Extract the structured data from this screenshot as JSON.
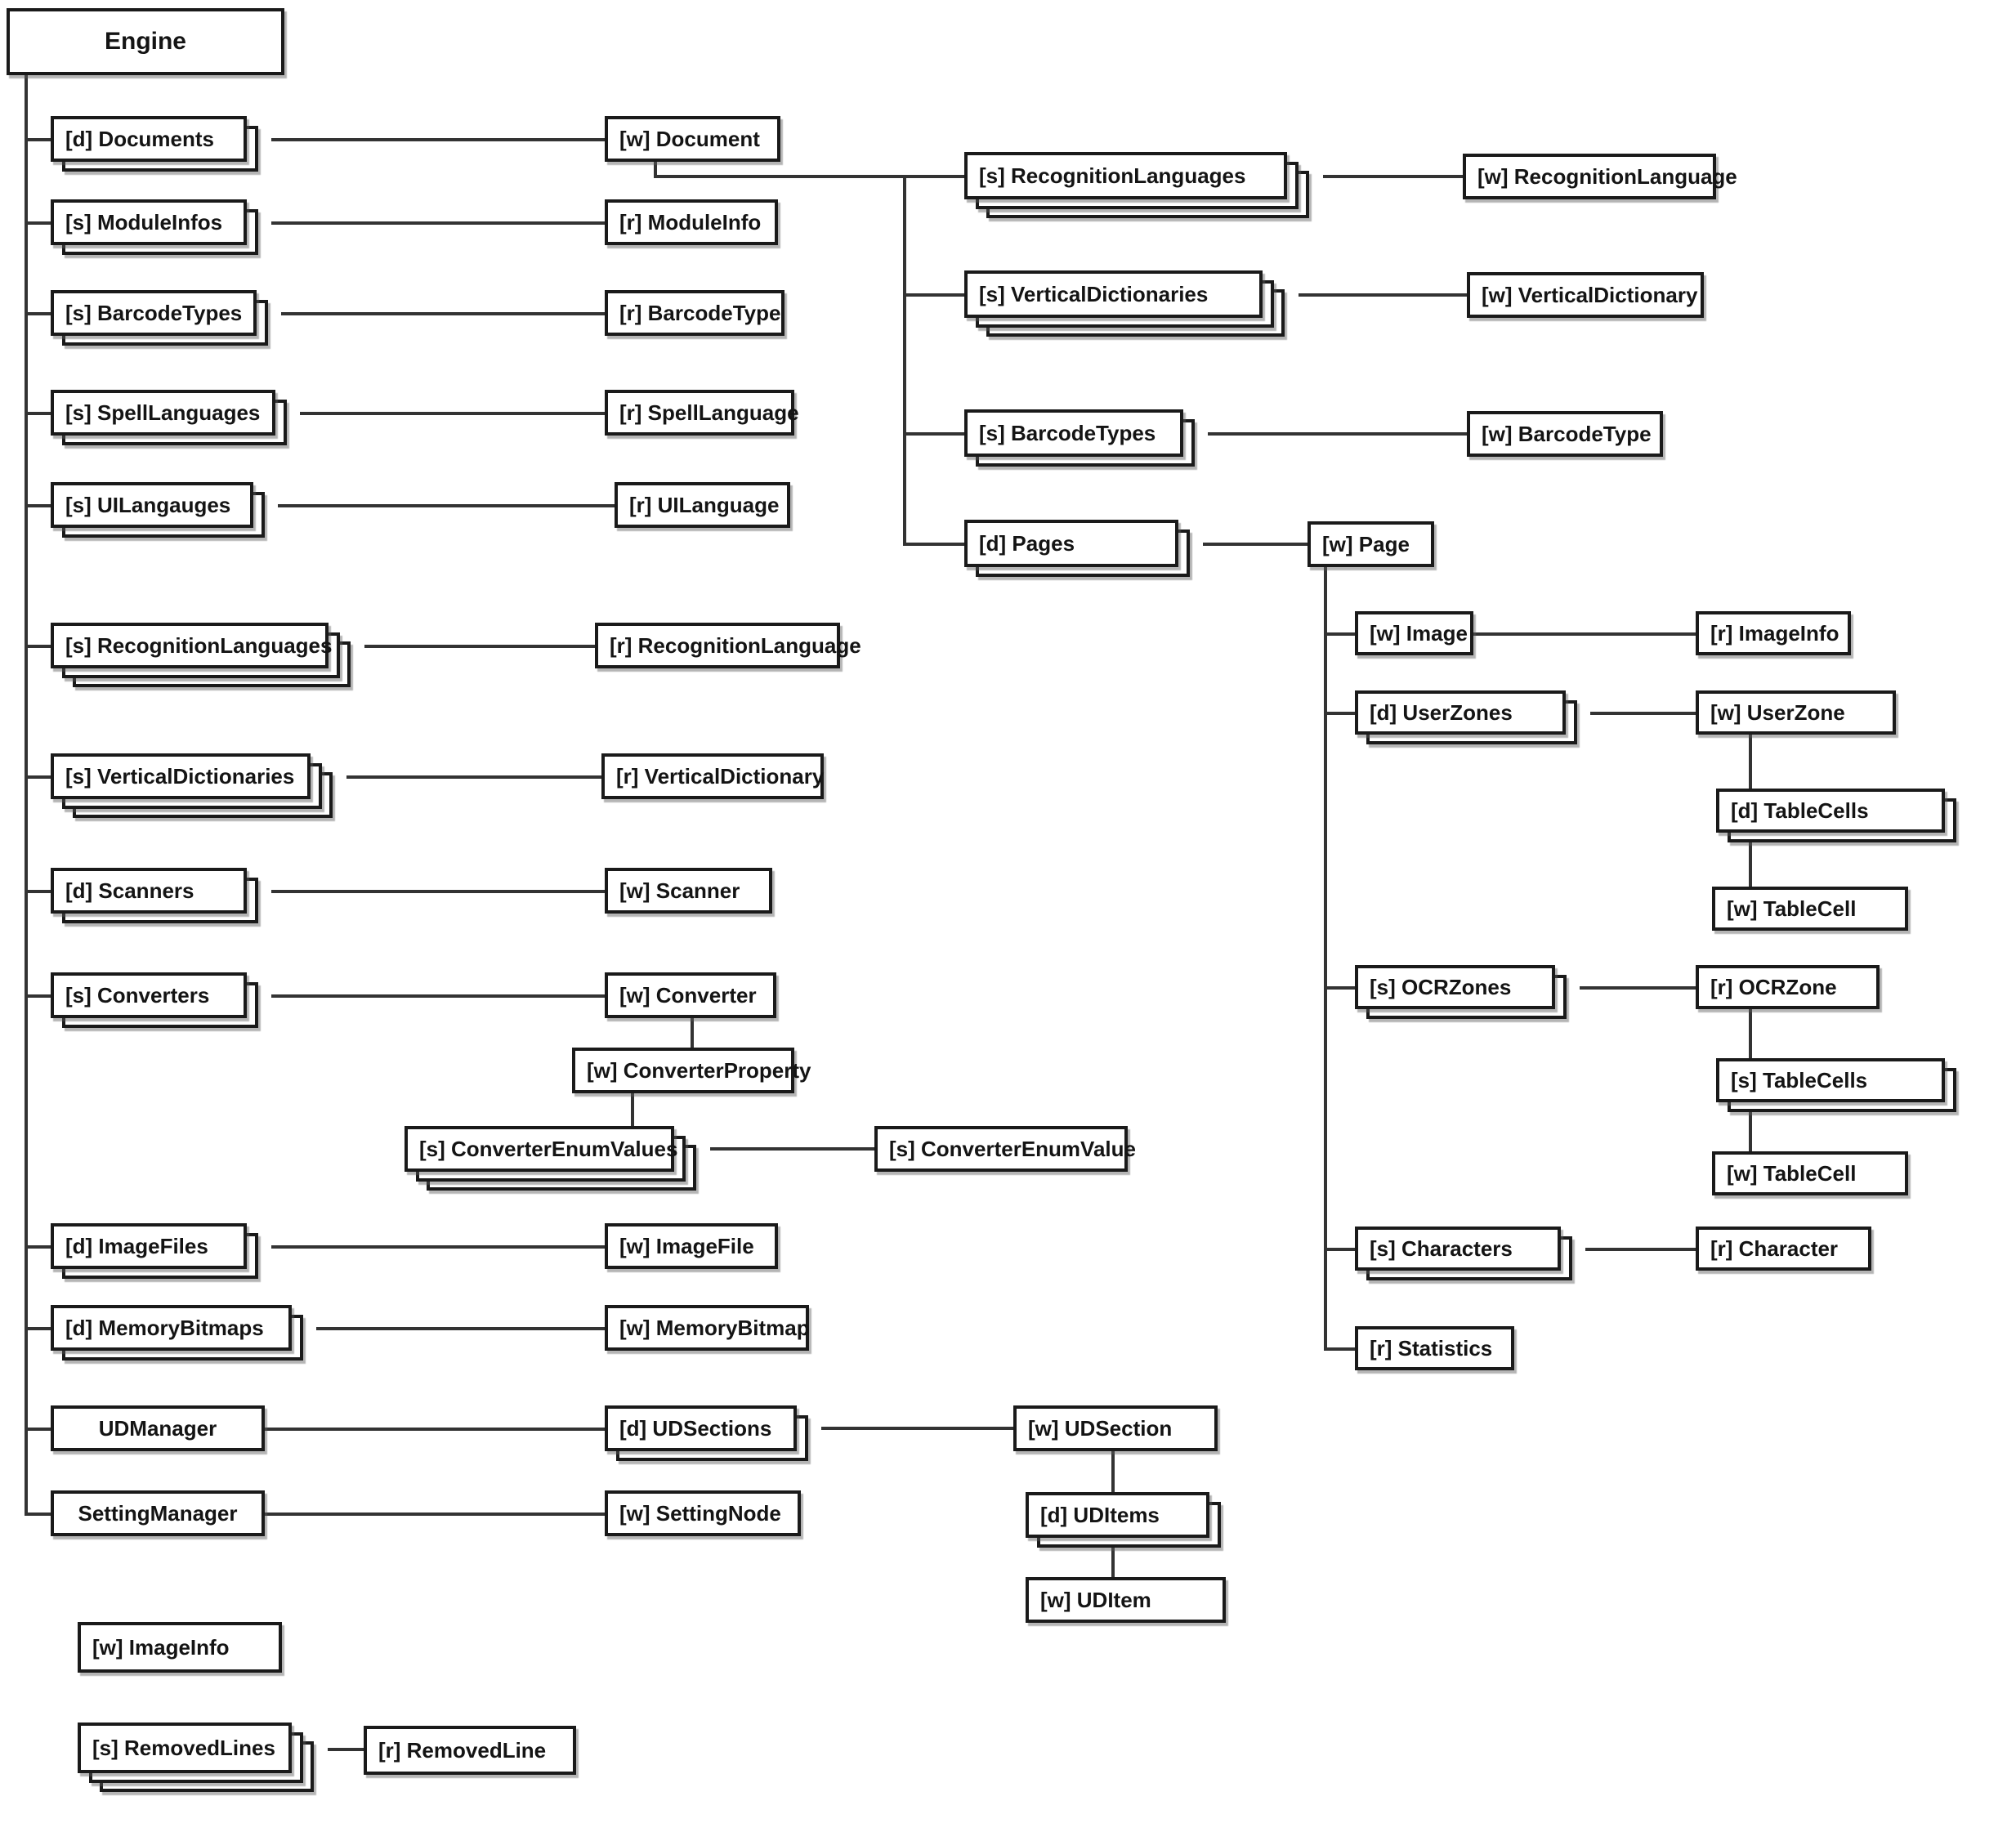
{
  "diagram": {
    "root_label": "Engine"
  },
  "nodes": {
    "engine": {
      "label": "Engine"
    },
    "documents": {
      "label": "[d] Documents"
    },
    "document": {
      "label": "[w] Document"
    },
    "moduleinfos": {
      "label": "[s] ModuleInfos"
    },
    "moduleinfo": {
      "label": "[r] ModuleInfo"
    },
    "barcodetypes_l": {
      "label": "[s] BarcodeTypes"
    },
    "barcodetype_l": {
      "label": "[r] BarcodeType"
    },
    "spelllanguages": {
      "label": "[s] SpellLanguages"
    },
    "spelllanguage": {
      "label": "[r] SpellLanguage"
    },
    "uilangauges": {
      "label": "[s] UILangauges"
    },
    "uilanguage": {
      "label": "[r] UILanguage"
    },
    "recognitionlanguages_l": {
      "label": "[s] RecognitionLanguages"
    },
    "recognitionlanguage_l": {
      "label": "[r] RecognitionLanguage"
    },
    "verticaldictionaries_l": {
      "label": "[s] VerticalDictionaries"
    },
    "verticaldictionary_l": {
      "label": "[r] VerticalDictionary"
    },
    "scanners": {
      "label": "[d] Scanners"
    },
    "scanner": {
      "label": "[w] Scanner"
    },
    "converters": {
      "label": "[s] Converters"
    },
    "converter": {
      "label": "[w] Converter"
    },
    "converterproperty": {
      "label": "[w] ConverterProperty"
    },
    "converterenumvalues": {
      "label": "[s] ConverterEnumValues"
    },
    "converterenumvalue": {
      "label": "[s] ConverterEnumValue"
    },
    "imagefiles": {
      "label": "[d] ImageFiles"
    },
    "imagefile": {
      "label": "[w] ImageFile"
    },
    "memorybitmaps": {
      "label": "[d] MemoryBitmaps"
    },
    "memorybitmap": {
      "label": "[w] MemoryBitmap"
    },
    "udmanager": {
      "label": "UDManager"
    },
    "udsections": {
      "label": "[d] UDSections"
    },
    "udsection": {
      "label": "[w] UDSection"
    },
    "uditems": {
      "label": "[d] UDItems"
    },
    "uditem": {
      "label": "[w] UDItem"
    },
    "settingmanager": {
      "label": "SettingManager"
    },
    "settingnode": {
      "label": "[w] SettingNode"
    },
    "doc_recognitionlanguages": {
      "label": "[s] RecognitionLanguages"
    },
    "doc_recognitionlanguage": {
      "label": "[w] RecognitionLanguage"
    },
    "doc_verticaldictionaries": {
      "label": "[s] VerticalDictionaries"
    },
    "doc_verticaldictionary": {
      "label": "[w] VerticalDictionary"
    },
    "doc_barcodetypes": {
      "label": "[s] BarcodeTypes"
    },
    "doc_barcodetype": {
      "label": "[w] BarcodeType"
    },
    "pages": {
      "label": "[d] Pages"
    },
    "page": {
      "label": "[w] Page"
    },
    "image": {
      "label": "[w] Image"
    },
    "imageinfo_r": {
      "label": "[r] ImageInfo"
    },
    "userzones": {
      "label": "[d] UserZones"
    },
    "userzone": {
      "label": "[w] UserZone"
    },
    "tablecells_d": {
      "label": "[d] TableCells"
    },
    "tablecell_w1": {
      "label": "[w] TableCell"
    },
    "ocrzones": {
      "label": "[s] OCRZones"
    },
    "ocrzone": {
      "label": "[r] OCRZone"
    },
    "tablecells_s": {
      "label": "[s] TableCells"
    },
    "tablecell_w2": {
      "label": "[w] TableCell"
    },
    "characters": {
      "label": "[s] Characters"
    },
    "character": {
      "label": "[r] Character"
    },
    "statistics": {
      "label": "[r] Statistics"
    },
    "imageinfo_w": {
      "label": "[w] ImageInfo"
    },
    "removedlines": {
      "label": "[s] RemovedLines"
    },
    "removedline": {
      "label": "[r] RemovedLine"
    }
  }
}
